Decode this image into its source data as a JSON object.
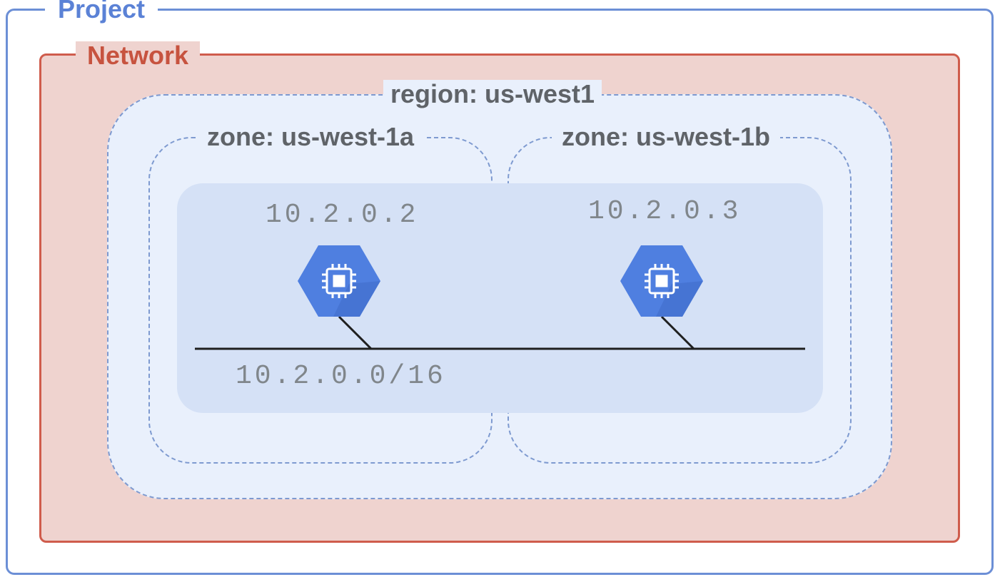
{
  "project": {
    "label": "Project"
  },
  "network": {
    "label": "Network"
  },
  "region": {
    "label": "region: us-west1"
  },
  "zones": [
    {
      "label": "zone: us-west-1a",
      "vm_ip": "10.2.0.2"
    },
    {
      "label": "zone: us-west-1b",
      "vm_ip": "10.2.0.3"
    }
  ],
  "subnet": {
    "range": "10.2.0.0/16"
  },
  "icons": {
    "vm": "compute-engine-icon",
    "chip": "chip-icon"
  },
  "colors": {
    "project_border": "#6c8fd6",
    "network_border": "#cf5c4c",
    "network_fill": "#efd3cf",
    "region_fill": "#e9f0fc",
    "subnet_fill": "#d5e1f6",
    "icon_blue": "#4f7fe0"
  }
}
